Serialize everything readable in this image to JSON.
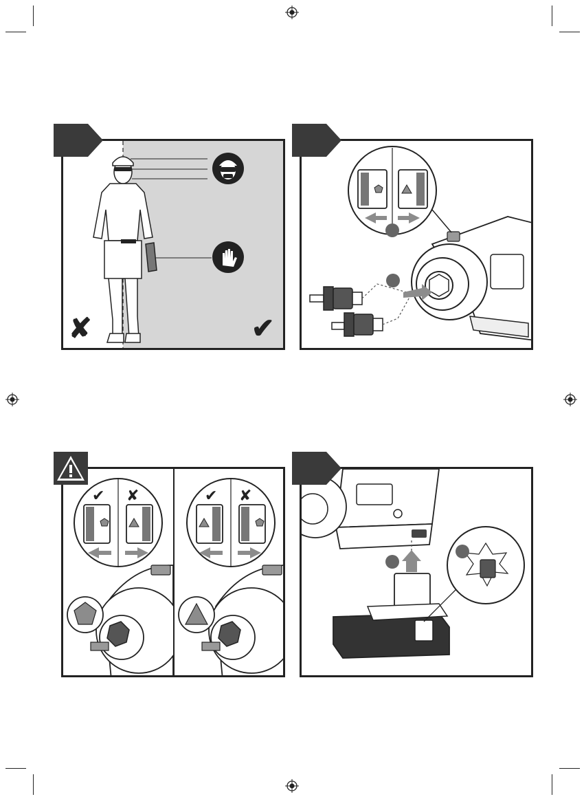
{
  "page": {
    "background": "#ffffff",
    "ink": "#222222",
    "shade": "#d6d6d6",
    "mid_gray": "#8c8c8c"
  },
  "panels": [
    {
      "id": "panel-1",
      "tab_icon": "step-tab-icon",
      "marks": [
        "cross-icon",
        "check-icon"
      ]
    },
    {
      "id": "panel-2",
      "tab_icon": "step-tab-icon",
      "indicators": [
        "pentagon-icon",
        "triangle-icon"
      ]
    },
    {
      "id": "panel-3",
      "tab_icon": "warning-icon",
      "indicators": [
        "check-icon",
        "cross-icon",
        "pentagon-icon",
        "triangle-icon"
      ]
    },
    {
      "id": "panel-4",
      "tab_icon": "step-tab-icon"
    }
  ]
}
